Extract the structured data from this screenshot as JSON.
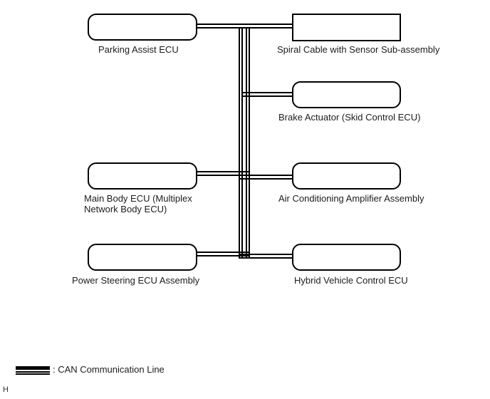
{
  "diagram": {
    "nodes": [
      {
        "id": "parking-assist-ecu",
        "label": "Parking Assist ECU"
      },
      {
        "id": "spiral-cable-sensor",
        "label": "Spiral Cable with Sensor Sub-assembly"
      },
      {
        "id": "brake-actuator",
        "label": "Brake Actuator (Skid Control ECU)"
      },
      {
        "id": "main-body-ecu",
        "label": "Main Body ECU (Multiplex\nNetwork Body ECU)"
      },
      {
        "id": "air-conditioning-amplifier",
        "label": "Air Conditioning Amplifier Assembly"
      },
      {
        "id": "power-steering-ecu",
        "label": "Power Steering ECU Assembly"
      },
      {
        "id": "hybrid-vehicle-control-ecu",
        "label": "Hybrid Vehicle Control ECU"
      }
    ],
    "legend": {
      "symbol": "can-double-line",
      "label": ": CAN Communication Line"
    },
    "page_marker": "H",
    "colors": {
      "line": "#000000",
      "text": "#1c1c1c",
      "background": "#ffffff"
    }
  }
}
